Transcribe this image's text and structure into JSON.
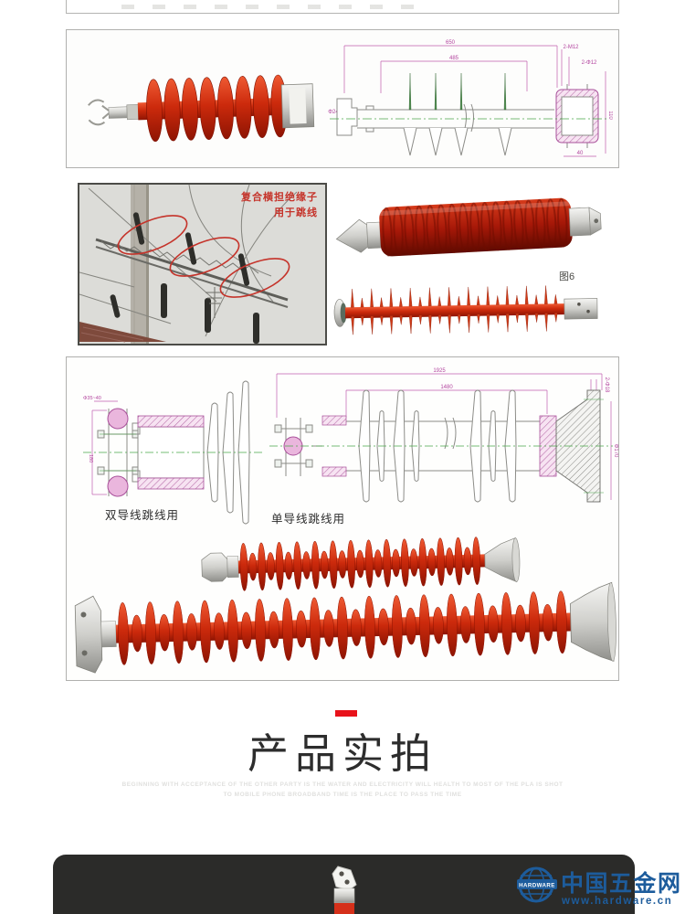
{
  "panel1": {
    "dims": {
      "overall": "650",
      "section": "485",
      "bolt_top": "2-M12",
      "bolt_side": "2-Φ12",
      "height": "110",
      "width": "40",
      "rod": "Φ24"
    }
  },
  "application": {
    "annotation_line1": "复合横担绝缘子",
    "annotation_line2": "用于跳线",
    "figure_label": "图6"
  },
  "drawings": {
    "left_label": "双导线跳线用",
    "right_label": "单导线跳线用",
    "dims": {
      "overall": "1925",
      "section": "1480",
      "left_height": "180",
      "clamp": "Φ35~40",
      "flange_bolt": "2-Φ18",
      "flange_height": "Φ170"
    }
  },
  "section_header": {
    "title": "产品实拍",
    "caption_line1": "BEGINNING WITH ACCEPTANCE OF THE OTHER PARTY IS THE WATER AND ELECTRICITY WILL HEALTH TO MOST OF THE PLA IS SHOT",
    "caption_line2": "TO MOBILE PHONE BROADBAND TIME IS THE PLACE TO PASS THE TIME"
  },
  "watermark": {
    "banner": "HARDWARE",
    "site_name": "中国五金网",
    "site_url": "www.hardware.cn"
  },
  "colors": {
    "accent_red": "#e8121a",
    "insulator_red": "#cc2a0c",
    "insulator_dark_red": "#a61808",
    "drawing_pink": "#c05cae",
    "drawing_green": "#49a649",
    "logo_blue": "#1d5c9c",
    "panel_dark": "#2b2b29"
  }
}
